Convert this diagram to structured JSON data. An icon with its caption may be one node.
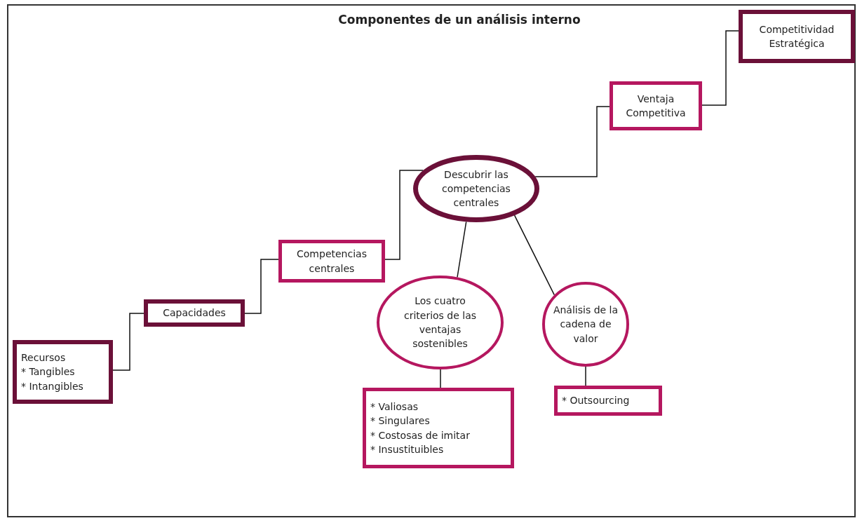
{
  "diagram": {
    "title": "Componentes de un análisis interno",
    "nodes": [
      {
        "text": [
          "Recursos",
          "* Tangibles",
          "* Intangibles"
        ]
      },
      {
        "text": [
          "Capacidades"
        ]
      },
      {
        "text": [
          "Competencias centrales"
        ]
      },
      {
        "text": [
          "Descubrir las competencias centrales"
        ]
      },
      {
        "text": [
          "Ventaja Competitiva"
        ]
      },
      {
        "text": [
          "Competitividad Estratégica"
        ]
      },
      {
        "text": [
          "Los cuatro criterios de las ventajas sostenibles"
        ]
      },
      {
        "text": [
          "Análisis de la cadena de valor"
        ]
      },
      {
        "text": [
          "* Valiosas",
          "* Singulares",
          "* Costosas de imitar",
          "* Insustituibles"
        ]
      },
      {
        "text": [
          "* Outsourcing"
        ]
      }
    ],
    "edges": [
      {
        "from": 0,
        "to": 1,
        "arrow": "none"
      },
      {
        "from": 1,
        "to": 2,
        "arrow": "none"
      },
      {
        "from": 2,
        "to": 3,
        "arrow": "none"
      },
      {
        "from": 3,
        "to": 4,
        "arrow": "none"
      },
      {
        "from": 4,
        "to": 5,
        "arrow": "none"
      },
      {
        "from": 3,
        "to": 6,
        "arrow": "none"
      },
      {
        "from": 3,
        "to": 7,
        "arrow": "none"
      },
      {
        "from": 6,
        "to": 8,
        "arrow": "none"
      },
      {
        "from": 7,
        "to": 9,
        "arrow": "none"
      }
    ]
  }
}
